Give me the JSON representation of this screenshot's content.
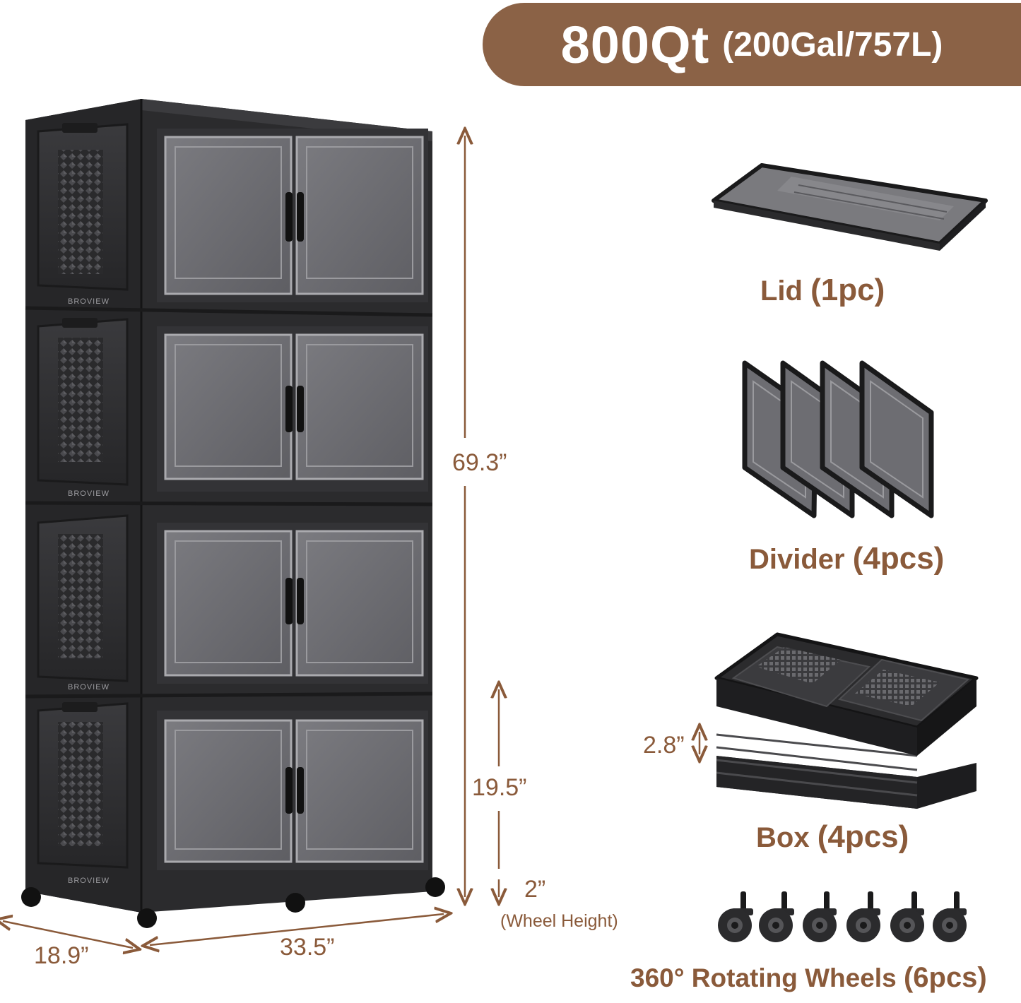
{
  "banner": {
    "capacity_main": "800Qt",
    "capacity_sub": "(200Gal/757L)"
  },
  "brand_mark": "BROVIEW",
  "dimensions": {
    "height": "69.3”",
    "box_height": "19.5”",
    "wheel_height": "2”",
    "wheel_height_note": "(Wheel Height)",
    "width": "33.5”",
    "depth": "18.9”",
    "folded_thickness": "2.8”"
  },
  "parts": [
    {
      "name": "Lid",
      "qty": "(1pc)"
    },
    {
      "name": "Divider",
      "qty": "(4pcs)"
    },
    {
      "name": "Box",
      "qty": "(4pcs)"
    },
    {
      "name": "360° Rotating Wheels",
      "qty": "(6pcs)"
    }
  ],
  "colors": {
    "accent": "#8b6246",
    "text": "#8a5a3a",
    "cabinet": "#2b2b2d",
    "door": "#6e6e72"
  }
}
